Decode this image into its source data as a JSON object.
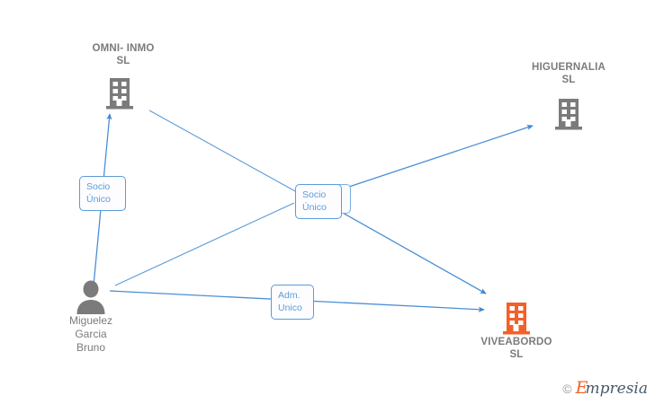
{
  "diagram": {
    "type": "corporate-relationship-graph",
    "background_color": "#ffffff",
    "edge_color": "#5b9bd8",
    "company_icon_color": "#7b7b7b",
    "focus_icon_color": "#f4602a",
    "nodes": [
      {
        "id": "omni-inmo",
        "label": "OMNI- INMO\nSL",
        "icon": "building-icon",
        "kind": "company",
        "color": "#7b7b7b"
      },
      {
        "id": "higuernalia",
        "label": "HIGUERNALIA\nSL",
        "icon": "building-icon",
        "kind": "company",
        "color": "#7b7b7b"
      },
      {
        "id": "viveabordo",
        "label": "VIVEABORDO\nSL",
        "icon": "building-icon",
        "kind": "company-focus",
        "color": "#f4602a"
      },
      {
        "id": "miguelez-garcia-bruno",
        "label": "Miguelez\nGarcia\nBruno",
        "icon": "person-icon",
        "kind": "person",
        "color": "#7b7b7b"
      }
    ],
    "edge_labels": [
      {
        "id": "socio-unico-left",
        "text": "Socio\nÚnico"
      },
      {
        "id": "socio-unico-center",
        "text": "Socio\nÚnico"
      },
      {
        "id": "socio-unico-ghost",
        "text": ""
      },
      {
        "id": "adm-unico",
        "text": "Adm.\nUnico"
      }
    ]
  },
  "watermark": {
    "copyright": "©",
    "brand_first": "E",
    "brand_rest": "mpresia"
  }
}
